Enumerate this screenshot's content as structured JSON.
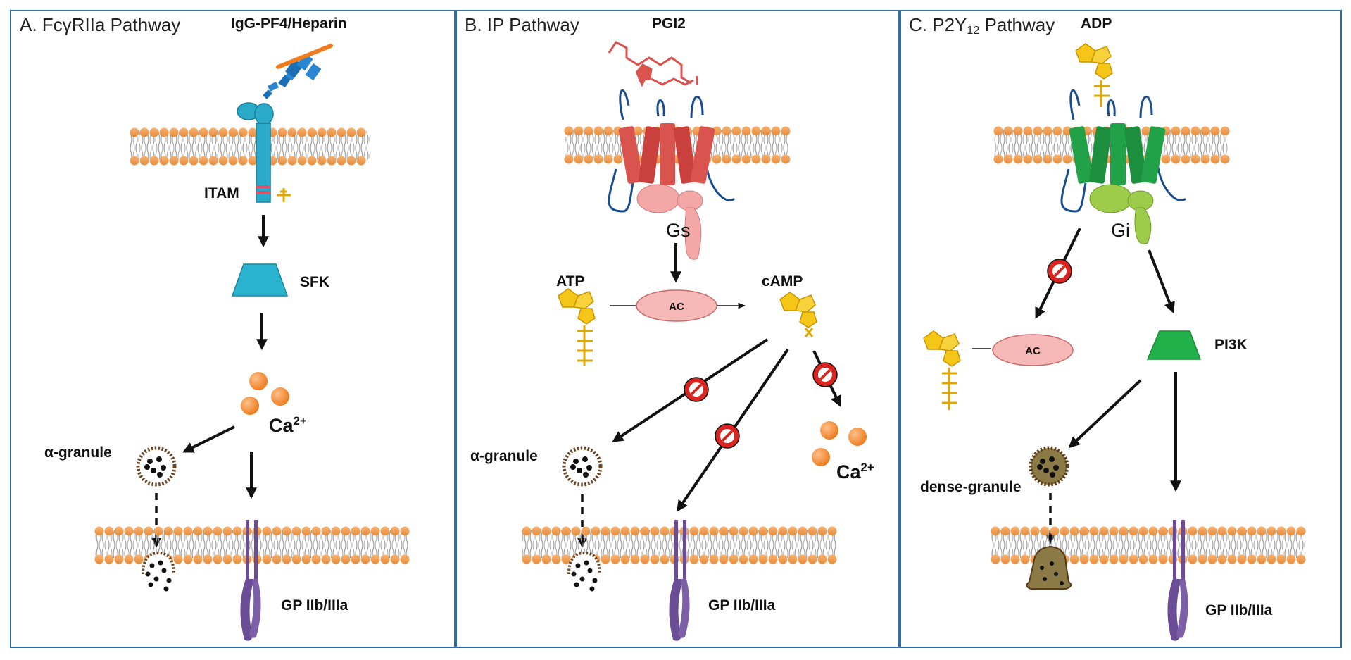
{
  "panels": [
    {
      "title": "A. FcγRIIa Pathway",
      "ligand": "IgG-PF4/Heparin",
      "motif": "ITAM",
      "kinase": "SFK",
      "ion": "Ca",
      "ion_charge": "2+",
      "granule": "α-granule",
      "integrin": "GP IIb/IIIa"
    },
    {
      "title": "B. IP Pathway",
      "ligand": "PGI2",
      "g_protein": "Gs",
      "substrate": "ATP",
      "enzyme": "AC",
      "product": "cAMP",
      "ion": "Ca",
      "ion_charge": "2+",
      "granule": "α-granule",
      "integrin": "GP IIb/IIIa"
    },
    {
      "title_prefix": "C. P2Y",
      "title_sub": "12",
      "title_suffix": " Pathway",
      "ligand": "ADP",
      "g_protein": "Gi",
      "enzyme": "AC",
      "kinase": "PI3K",
      "granule": "dense-granule",
      "integrin": "GP IIb/IIIa"
    }
  ],
  "colors": {
    "border": "#2e6da4",
    "lipid_head": "#f2a35e",
    "fc_receptor": "#2aa9c9",
    "ip_receptor": "#d9534f",
    "p2y12_receptor": "#21a148",
    "gs_protein": "#f4a7a7",
    "gi_protein": "#9ccc4a",
    "kinase_blue": "#2bb4cf",
    "kinase_green": "#22b04b",
    "nucleotide": "#f5c518",
    "integrin": "#6a4d94",
    "calcium": "#f28c28"
  }
}
